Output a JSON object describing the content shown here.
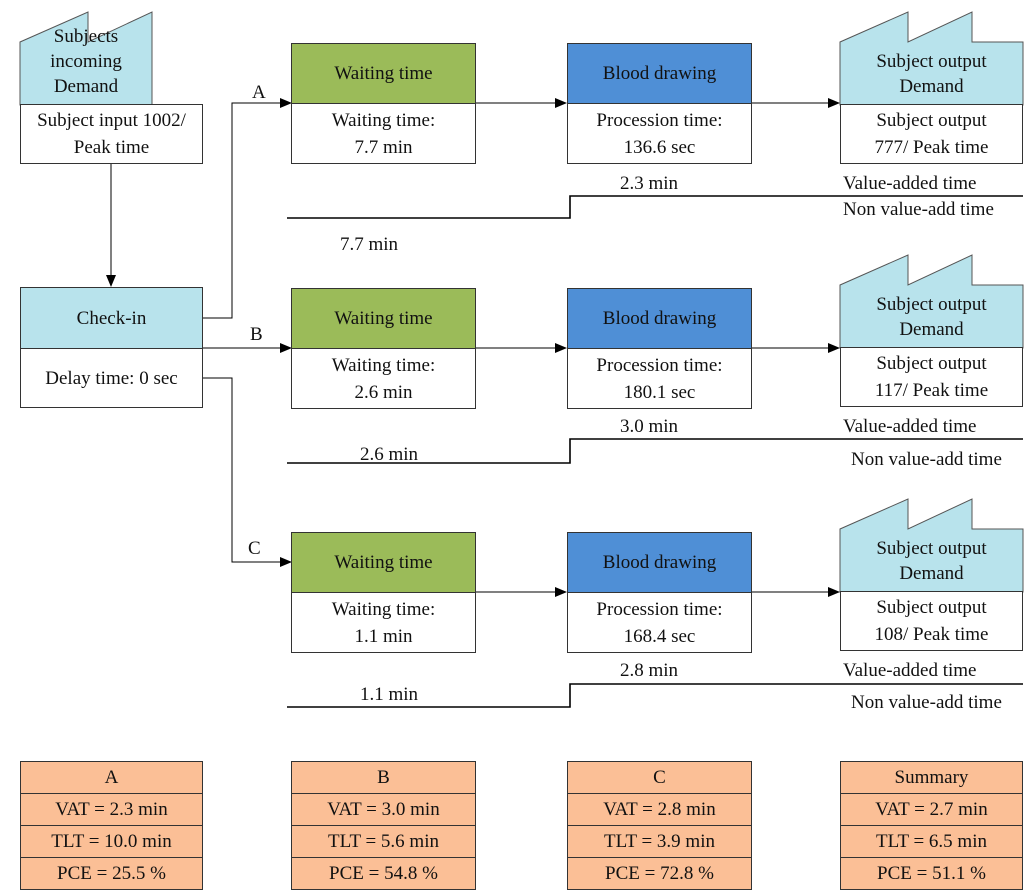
{
  "source": {
    "title": "Subjects incoming Demand",
    "detail": "Subject input 1002/ Peak time"
  },
  "checkin": {
    "title": "Check-in",
    "detail": "Delay time: 0 sec"
  },
  "rows": [
    {
      "label": "A",
      "waiting": {
        "title": "Waiting time",
        "line1": "Waiting time:",
        "line2": "7.7 min"
      },
      "blood": {
        "title": "Blood drawing",
        "line1": "Procession time:",
        "line2": "136.6 sec"
      },
      "output": {
        "title": "Subject output Demand",
        "line1": "Subject output",
        "line2": "777/ Peak time"
      },
      "value_added": "2.3 min",
      "non_value_added": "7.7 min",
      "va_label": "Value-added time",
      "nva_label": "Non value-add time"
    },
    {
      "label": "B",
      "waiting": {
        "title": "Waiting time",
        "line1": "Waiting time:",
        "line2": "2.6 min"
      },
      "blood": {
        "title": "Blood drawing",
        "line1": "Procession time:",
        "line2": "180.1 sec"
      },
      "output": {
        "title": "Subject output Demand",
        "line1": "Subject output",
        "line2": "117/ Peak time"
      },
      "value_added": "3.0 min",
      "non_value_added": "2.6 min",
      "va_label": "Value-added time",
      "nva_label": "Non value-add time"
    },
    {
      "label": "C",
      "waiting": {
        "title": "Waiting time",
        "line1": "Waiting time:",
        "line2": "1.1 min"
      },
      "blood": {
        "title": "Blood drawing",
        "line1": "Procession time:",
        "line2": "168.4 sec"
      },
      "output": {
        "title": "Subject output Demand",
        "line1": "Subject output",
        "line2": "108/ Peak time"
      },
      "value_added": "2.8 min",
      "non_value_added": "1.1 min",
      "va_label": "Value-added time",
      "nva_label": "Non value-add time"
    }
  ],
  "metrics": [
    {
      "title": "A",
      "vat": "VAT = 2.3 min",
      "tlt": "TLT = 10.0 min",
      "pce": "PCE = 25.5 %"
    },
    {
      "title": "B",
      "vat": "VAT = 3.0 min",
      "tlt": "TLT = 5.6 min",
      "pce": "PCE = 54.8 %"
    },
    {
      "title": "C",
      "vat": "VAT = 2.8 min",
      "tlt": "TLT = 3.9 min",
      "pce": "PCE = 72.8 %"
    },
    {
      "title": "Summary",
      "vat": "VAT = 2.7 min",
      "tlt": "TLT = 6.5 min",
      "pce": "PCE = 51.1 %"
    }
  ],
  "colors": {
    "waiting": "#9bbb59",
    "blood": "#4f8fd6",
    "factory": "#b8e3ec",
    "metric": "#fbbf96"
  }
}
